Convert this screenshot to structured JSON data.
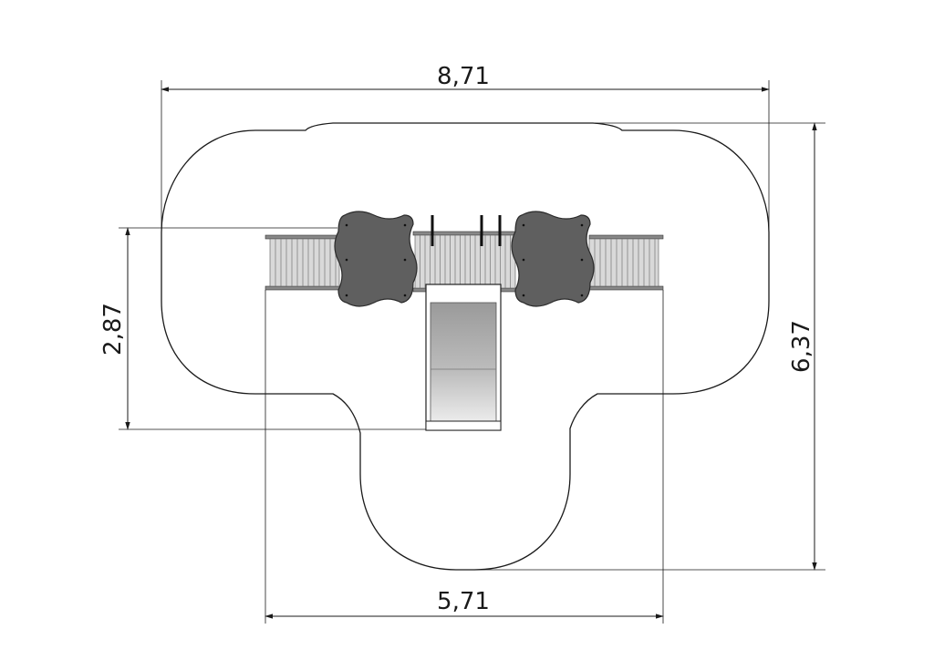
{
  "dimensions": {
    "overall_width": "8,71",
    "overall_depth": "6,37",
    "structure_depth": "2,87",
    "structure_width": "5,71"
  }
}
